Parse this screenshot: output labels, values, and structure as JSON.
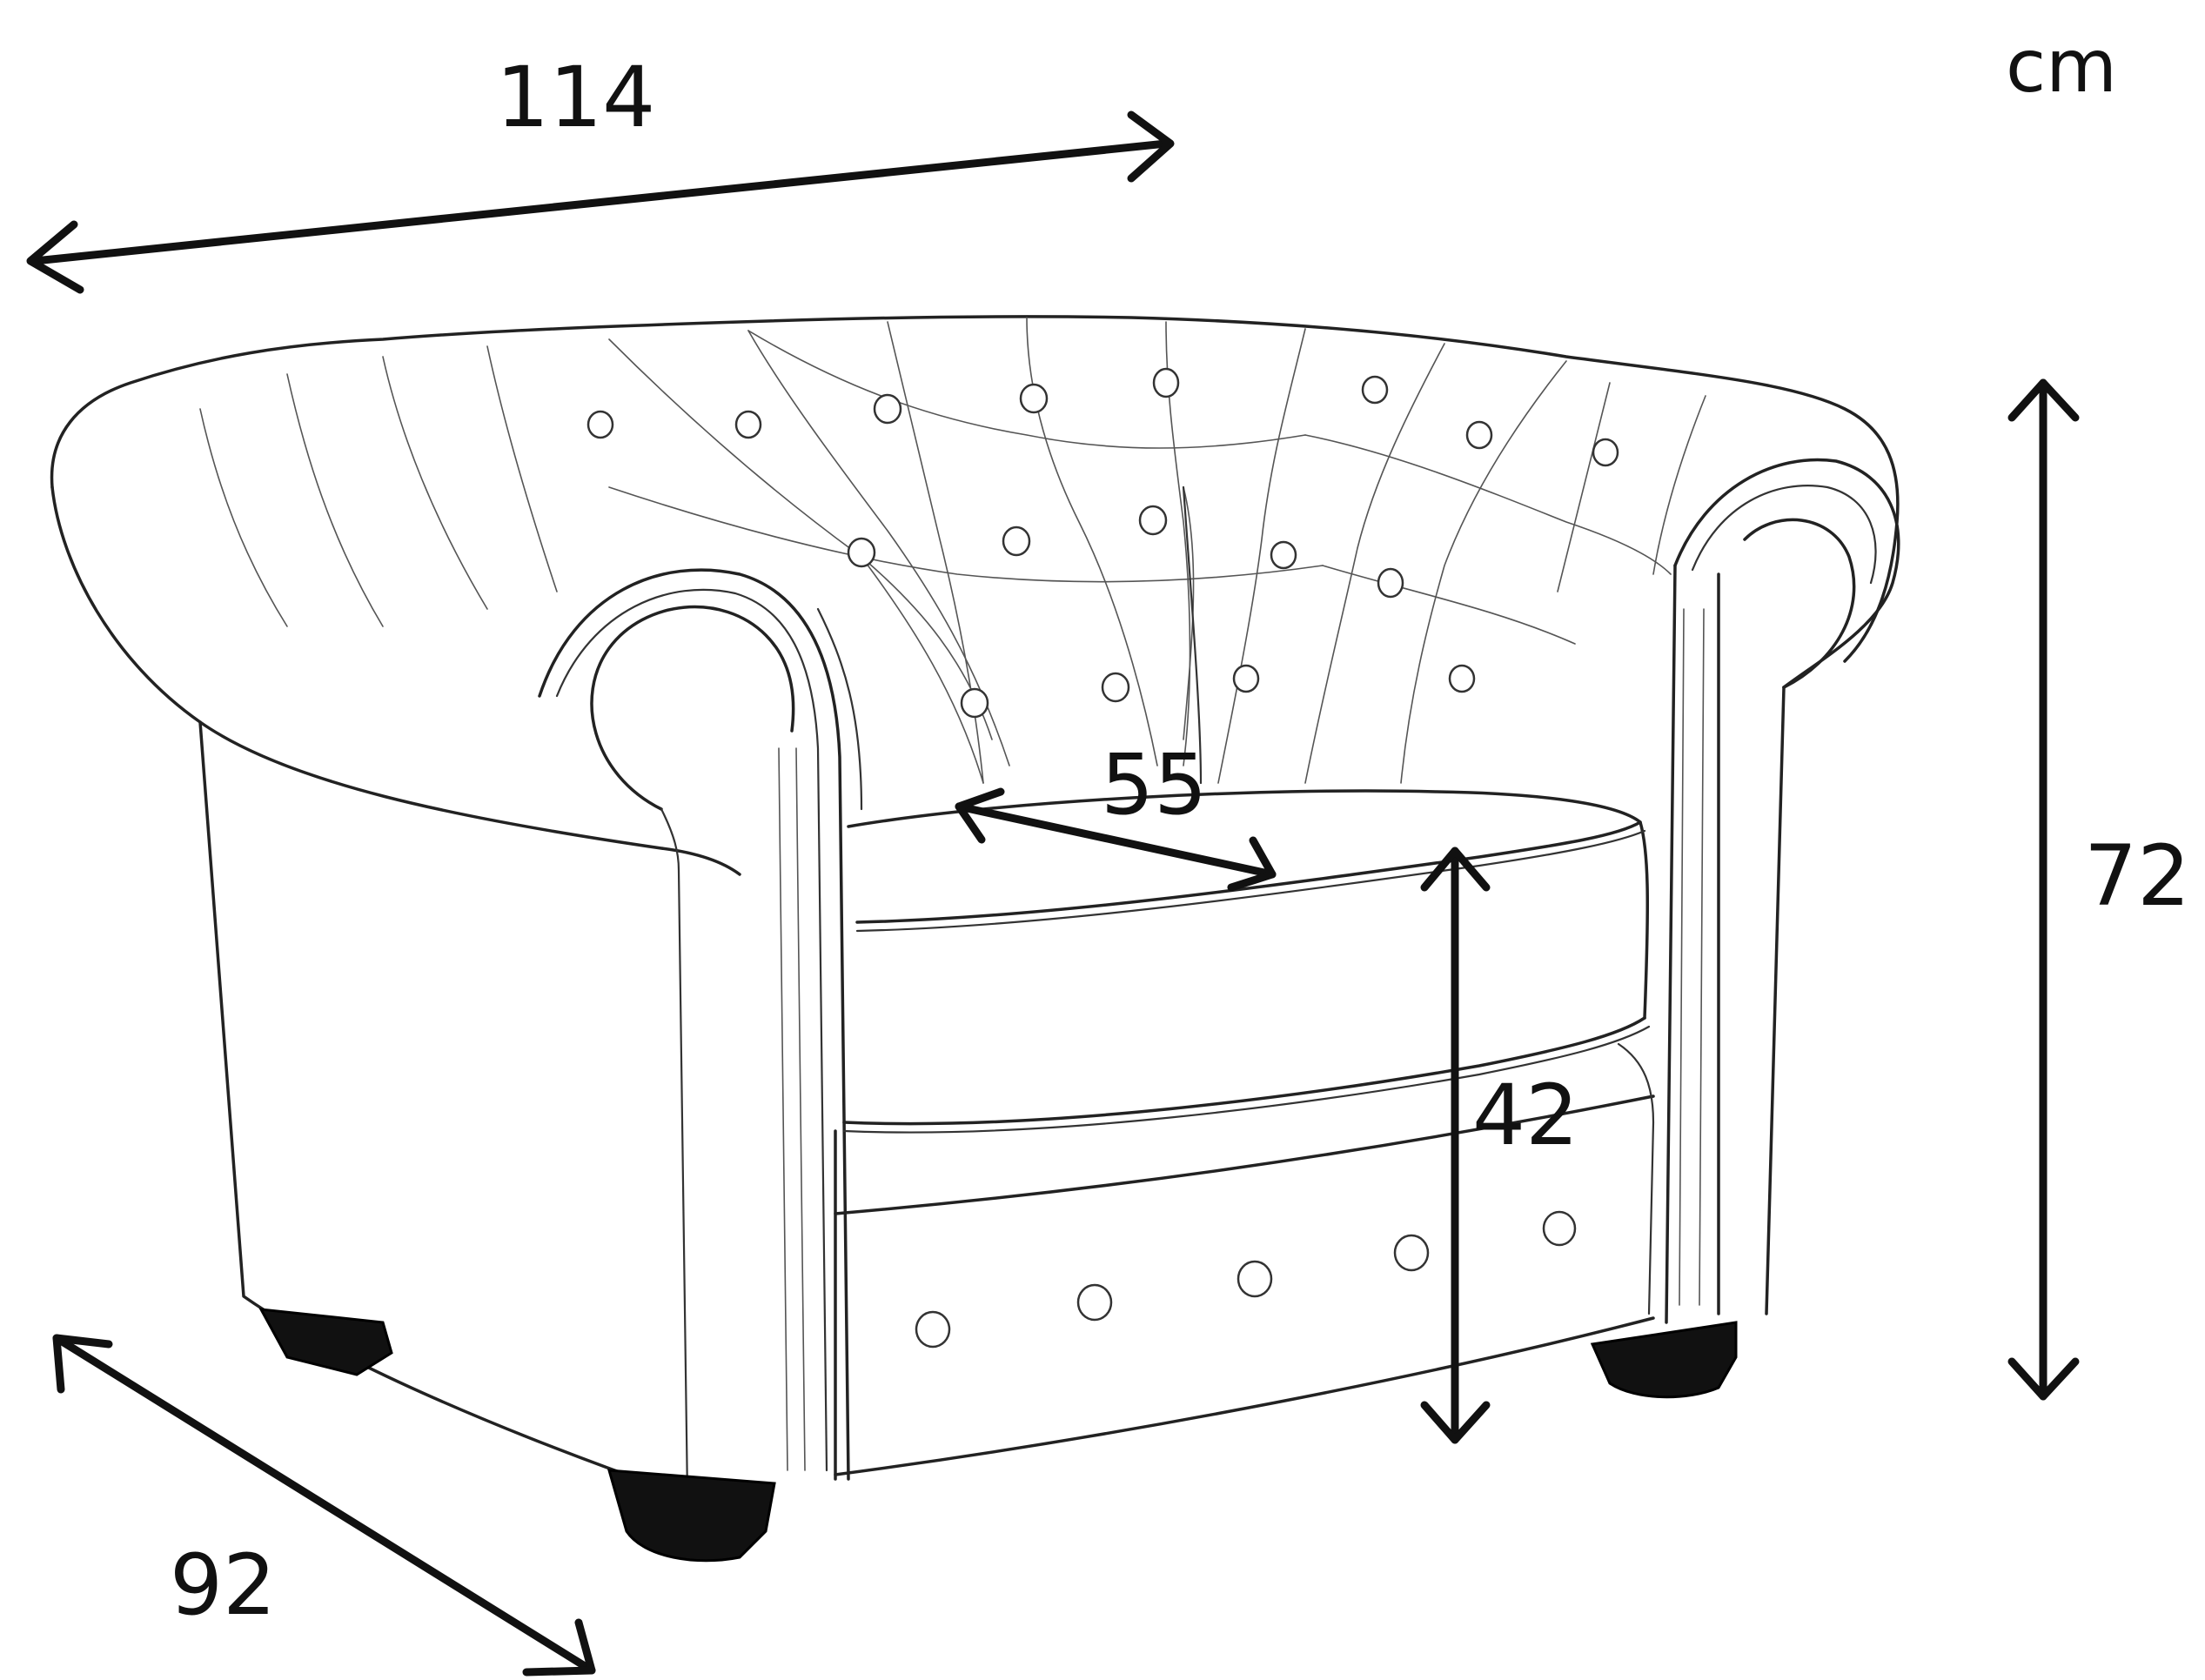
{
  "unit": "cm",
  "dimensions": {
    "width": "114",
    "depth": "92",
    "height": "72",
    "seat_height": "42",
    "seat_depth": "55"
  },
  "colors": {
    "line": "#222222",
    "arrow": "#111111",
    "leg": "#111111",
    "background": "#ffffff"
  }
}
